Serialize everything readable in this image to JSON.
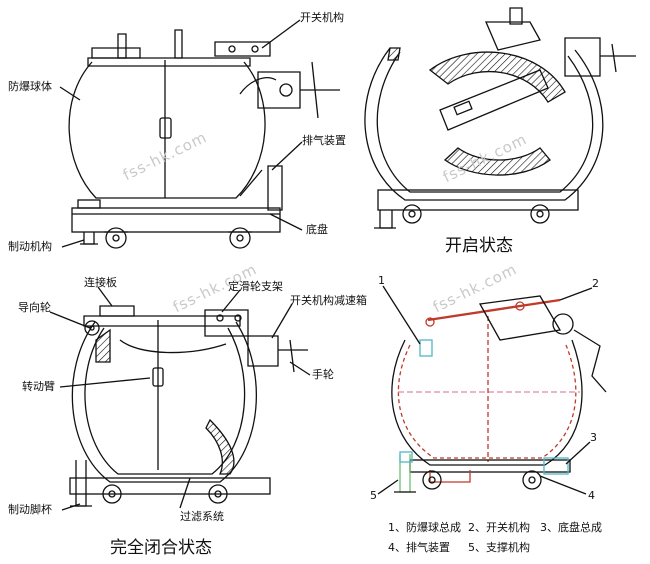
{
  "panels": {
    "top_left": {
      "labels": {
        "switch_mechanism": "开关机构",
        "explosion_sphere": "防爆球体",
        "exhaust_device": "排气装置",
        "chassis": "底盘",
        "brake_mechanism": "制动机构"
      }
    },
    "top_right": {
      "state_title": "开启状态"
    },
    "bottom_left": {
      "labels": {
        "connecting_plate": "连接板",
        "guide_wheel": "导向轮",
        "fixed_pulley_bracket": "定滑轮支架",
        "switch_reducer": "开关机构减速箱",
        "handwheel": "手轮",
        "rotating_arm": "转动臂",
        "brake_foot_cup": "制动脚杯",
        "filter_system": "过滤系统"
      },
      "state_title": "完全闭合状态"
    },
    "bottom_right": {
      "callouts": [
        "1",
        "2",
        "3",
        "4",
        "5"
      ],
      "legend": [
        "1、防爆球总成",
        "2、开关机构",
        "3、底盘总成",
        "4、排气装置",
        "5、支撑机构"
      ]
    }
  },
  "watermark": "fss-hk.com",
  "colors": {
    "line": "#111111",
    "accent_red": "#c0392b",
    "accent_pink": "#d98aa5",
    "accent_cyan": "#4fb7c8",
    "accent_green": "#6fbf73",
    "watermark": "#c9c9c9"
  }
}
